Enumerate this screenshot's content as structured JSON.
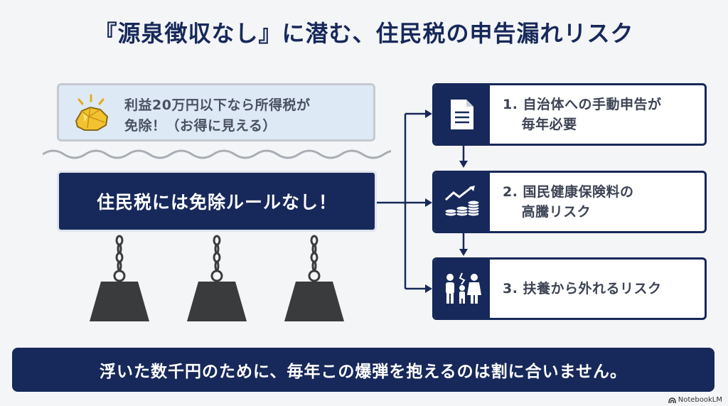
{
  "title": "『源泉徴収なし』に潜む、住民税の申告漏れリスク",
  "note": {
    "line1": "利益20万円以下なら所得税が",
    "line2": "免除！（お得に見える）",
    "icon": "gold-nugget-icon"
  },
  "rule_box": {
    "text": "住民税には免除ルールなし！"
  },
  "risks": [
    {
      "label": "1. 自治体への手動申告が\n　 毎年必要",
      "icon": "document-icon"
    },
    {
      "label": "2. 国民健康保険料の\n　 高騰リスク",
      "icon": "rising-coins-chart-icon"
    },
    {
      "label": "3. 扶養から外れるリスク",
      "icon": "broken-family-icon"
    }
  ],
  "footer": {
    "text": "浮いた数千円のために、毎年この爆弾を抱えるのは割に合いません。"
  },
  "watermark": "NotebookLM",
  "colors": {
    "navy": "#17295a",
    "light_blue": "#dde9f5",
    "gold": "#f2c230",
    "weight_gray": "#3a3b3d"
  }
}
